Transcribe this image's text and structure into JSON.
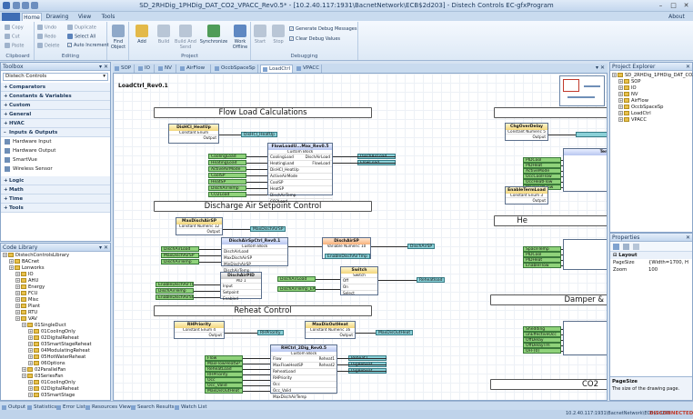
{
  "window": {
    "title": "SD_2RHDig_1PHDig_DAT_CO2_VPACC_Rev0.5* - [10.2.40.117:1931\\BacnetNetwork\\ECB$2d203] - Distech Controls EC-gfxProgram",
    "about": "About"
  },
  "ribbon_tabs": [
    "Home",
    "Drawing",
    "View",
    "Tools"
  ],
  "ribbon": {
    "clipboard": {
      "label": "Clipboard",
      "items": [
        "Copy",
        "Cut",
        "Paste"
      ]
    },
    "editing": {
      "label": "Editing",
      "items": [
        "Undo",
        "Redo",
        "Delete",
        "Duplicate",
        "Select All",
        "Auto Increment"
      ]
    },
    "find": {
      "label": "Find Object"
    },
    "project": {
      "label": "Project",
      "items": [
        "Add",
        "Build",
        "Build And Send",
        "Synchronize",
        "Work Offline"
      ]
    },
    "debugging": {
      "label": "Debugging",
      "items": [
        "Start",
        "Stop"
      ],
      "checks": [
        "Generate Debug Messages",
        "Clear Debug Values"
      ]
    }
  },
  "toolbox": {
    "title": "Toolbox",
    "filter": "Distech Controls",
    "categories": [
      "Comparators",
      "Constants & Variables",
      "Custom",
      "General",
      "HVAC",
      "Inputs & Outputs",
      "Logic",
      "Math",
      "Time",
      "Tools"
    ],
    "io_items": [
      "Hardware Input",
      "Hardware Output",
      "SmartVue",
      "Wireless Sensor"
    ]
  },
  "code_library": {
    "title": "Code Library",
    "items": [
      {
        "label": "DistechControlsLibrary",
        "indent": 0
      },
      {
        "label": "BACnet",
        "indent": 1
      },
      {
        "label": "Lonworks",
        "indent": 1
      },
      {
        "label": "IO",
        "indent": 2
      },
      {
        "label": "AHU",
        "indent": 2
      },
      {
        "label": "Energy",
        "indent": 2
      },
      {
        "label": "FCU",
        "indent": 2
      },
      {
        "label": "Misc",
        "indent": 2
      },
      {
        "label": "Plant",
        "indent": 2
      },
      {
        "label": "RTU",
        "indent": 2
      },
      {
        "label": "VAV",
        "indent": 2
      },
      {
        "label": "01SingleDuct",
        "indent": 3
      },
      {
        "label": "01CoolingOnly",
        "indent": 4
      },
      {
        "label": "02DigitalReheat",
        "indent": 4
      },
      {
        "label": "03SmartStageReheat",
        "indent": 4
      },
      {
        "label": "04ModulatingReheat",
        "indent": 4
      },
      {
        "label": "05HotWaterReheat",
        "indent": 4
      },
      {
        "label": "06Options",
        "indent": 4
      },
      {
        "label": "02ParallelFan",
        "indent": 3
      },
      {
        "label": "03SeriesFan",
        "indent": 3
      },
      {
        "label": "01CoolingOnly",
        "indent": 4
      },
      {
        "label": "02DigitalReheat",
        "indent": 4
      },
      {
        "label": "03SmartStage",
        "indent": 4
      }
    ]
  },
  "doc_tabs": [
    "SOP",
    "IO",
    "NV",
    "AirFlow",
    "OccbSpaceSp",
    "LoadCtrl",
    "VPACC"
  ],
  "canvas": {
    "page_label": "LoadCtrl_Rev0.1",
    "sections": [
      "Flow Load Calculations",
      "Discharge Air Setpoint Control",
      "Reheat Control",
      "Damper &",
      "CO2",
      "He"
    ],
    "blocks": {
      "b1": {
        "title": "DisHCI_HeatUp",
        "sub": "Constant Enum",
        "out": "Output",
        "tag": "DisHCI_HeatUp"
      },
      "b2": {
        "title": "FlowLoadU...Max_Rev0.5",
        "sub": "Custom Block",
        "rows": [
          "CoolingLoad",
          "HeatingLoad",
          "DisHCI_HeatUp",
          "ActiveAirMode",
          "CoolSP",
          "HeatSP",
          "DischAirTemp",
          "CO2Load"
        ],
        "outs": [
          "DischAirLoad",
          "FlowLoad"
        ]
      },
      "b3": {
        "title": "MaxDischAirSP",
        "sub": "Constant Numeric 12",
        "out": "Output",
        "tag": "MaxDischAirSP"
      },
      "b4": {
        "title": "DischAirSpCtrl_Rev0.1",
        "sub": "Custom Block",
        "rows": [
          "DischAirLoad",
          "MaxDischAirSP",
          "MinDischAirSP",
          "DischAirTemp"
        ]
      },
      "b5": {
        "title": "DischAirSP",
        "sub": "Variable Numeric 10",
        "tag": "DischAirSP",
        "tag2": "EnableDischAirTmp"
      },
      "b6": {
        "title": "DischAirPID",
        "sub": "PID 1",
        "rows": [
          "Input",
          "Setpoint",
          "Enabled"
        ]
      },
      "b7": {
        "title": "Switch",
        "sub": "Switch",
        "rows": [
          "Off",
          "On",
          "Select"
        ],
        "tag": "Reheatload"
      },
      "b8": {
        "title": "RHPriority",
        "sub": "Constant Enum 4",
        "out": "Output",
        "tag": "RHPriority"
      },
      "b9": {
        "title": "MaxDisOutHeat",
        "sub": "Constant Numeric 16",
        "out": "Output",
        "tag": "MaxDisOutHeat"
      },
      "b10": {
        "title": "RHCtrl_2Dig_Rev0.5",
        "sub": "Custom Block",
        "rows": [
          "Flow",
          "MaxFlowHeatSP",
          "ReheatLoad",
          "RHPriority",
          "Occ",
          "Occ_Valid",
          "MaxDischAirTemp"
        ],
        "outs": [
          "Reheat1",
          "Reheat2"
        ]
      },
      "r1": {
        "title": "ChgOverDelay",
        "sub": "Constant Numeric 5",
        "out": "Output"
      },
      "r2": {
        "title": "EnableTermLoad",
        "sub": "Constant Enum 3",
        "out": "Output"
      }
    },
    "pins": {
      "flow_left": [
        "CoolingLoad",
        "HeatingLoad",
        "ActiveAirMode",
        "CoolSP",
        "HeatSP",
        "DischAirTemp",
        "CO2Load"
      ],
      "flow_right": [
        "DischAirLoad",
        "FlowLoad"
      ],
      "da_left": [
        "DischAirLoad",
        "MaxDischAirSP",
        "DischAirTemp"
      ],
      "pid_left": [
        "EnableDischAirTmp",
        "DischAirTemp",
        "EnableDischAirSP"
      ],
      "sw_left": [
        "DischAirLoad",
        "DischAirTemp_EA"
      ],
      "rh_left": [
        "Flow",
        "MaxFlowHeatSP",
        "ReheatLoad",
        "RHPriority",
        "Occ",
        "Occ_Valid",
        "MaxDisOutHeat"
      ],
      "rh_right": [
        "Reheat1",
        "DigReheat",
        "DigReheat"
      ],
      "right_a": [
        "PIDCool",
        "PIDHeat",
        "ActiveMode",
        "OccCoolFlow",
        "OccHeatFlow",
        "MaxHeatFlow"
      ],
      "right_b": [
        "SpaceTemp",
        "PIDCool",
        "PIDHeat",
        "EnableFlow"
      ],
      "right_c": [
        "Shedding",
        "unEffectiveOcc",
        "OffDelay",
        "OffDelayTm",
        "OFF(0)"
      ]
    }
  },
  "project_explorer": {
    "title": "Project Explorer",
    "items": [
      {
        "label": "SD_2RHDig_1PHDig_DAT_CO2",
        "indent": 0
      },
      {
        "label": "SOP",
        "indent": 1
      },
      {
        "label": "IO",
        "indent": 1
      },
      {
        "label": "NV",
        "indent": 1
      },
      {
        "label": "AirFlow",
        "indent": 1
      },
      {
        "label": "OccbSpaceSp",
        "indent": 1
      },
      {
        "label": "LoadCtrl",
        "indent": 1
      },
      {
        "label": "VPACC",
        "indent": 1
      }
    ]
  },
  "properties": {
    "title": "Properties",
    "section": "Layout",
    "rows": [
      {
        "name": "PageSize",
        "value": "{Width=1700, H"
      },
      {
        "name": "Zoom",
        "value": "100"
      }
    ],
    "help_title": "PageSize",
    "help_text": "The size of the drawing page."
  },
  "status_tabs": [
    "Output",
    "Statistics",
    "Error List",
    "Resources Viewer",
    "Search Results",
    "Watch List"
  ],
  "status": {
    "address": "10.2.40.117:1931\\BacnetNetwork\\ECB$2d203",
    "state": "DISCONNECTED",
    "state_color": "#c0392b"
  }
}
